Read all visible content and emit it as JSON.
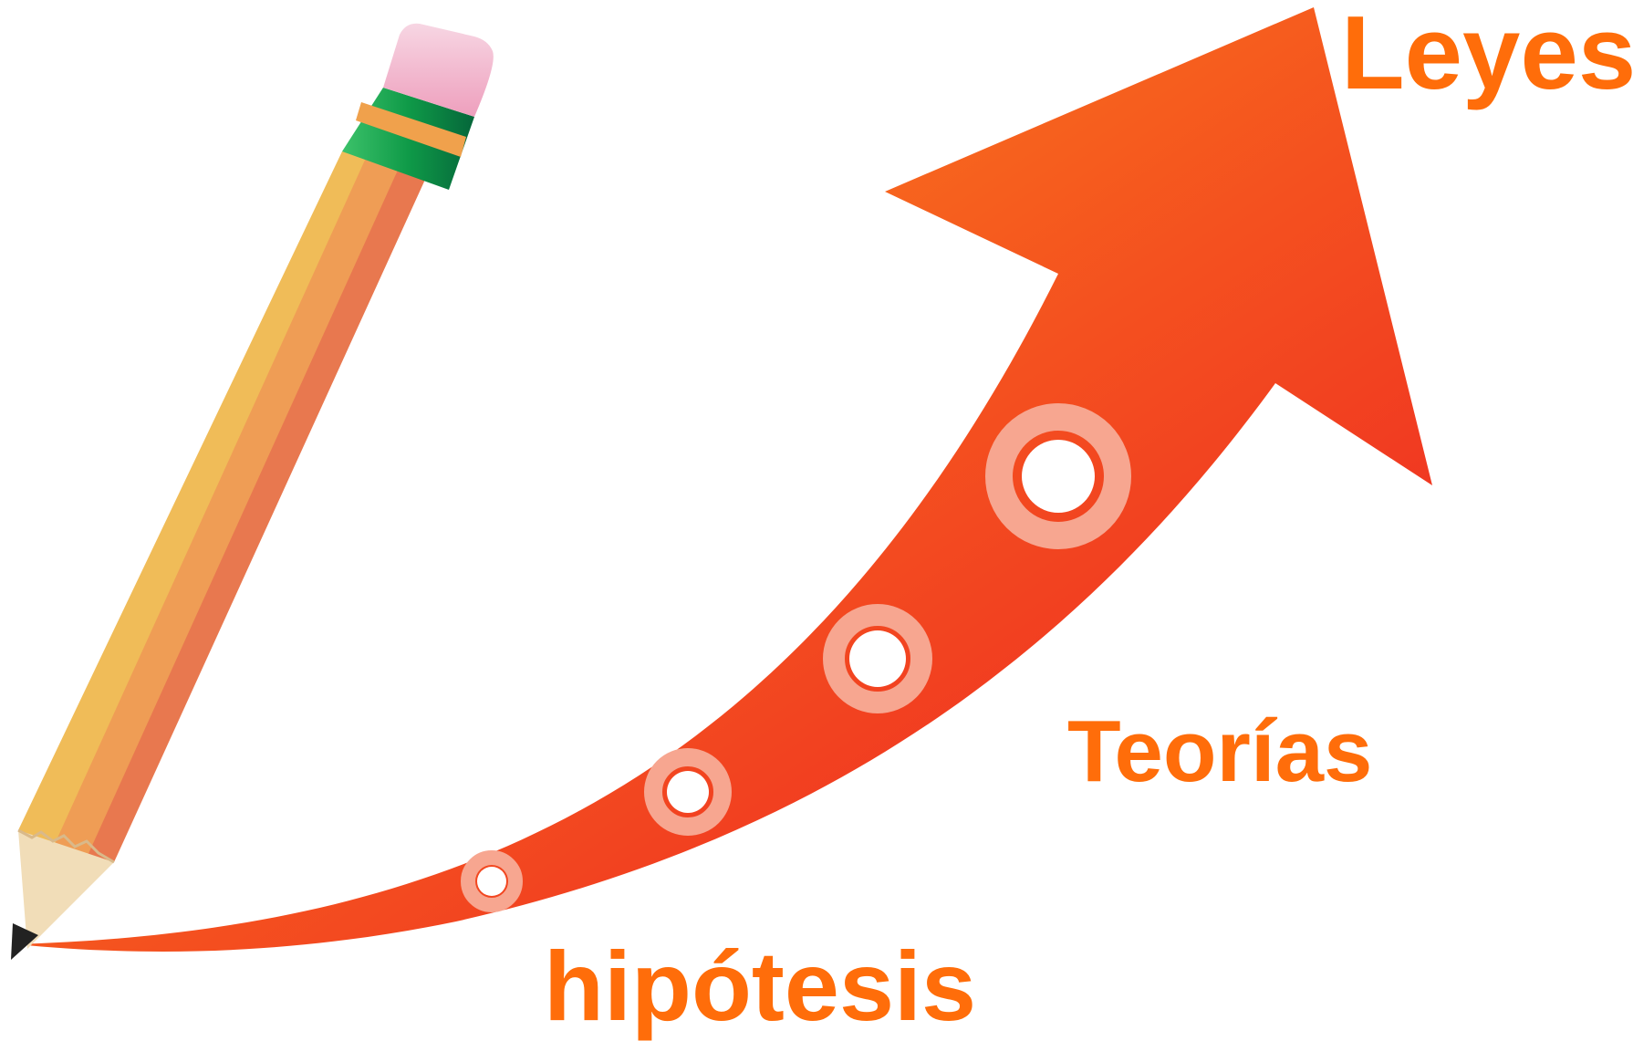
{
  "labels": {
    "top": "Leyes",
    "middle": "Teorías",
    "bottom": "hipótesis"
  },
  "icons": {
    "pencil": "pencil-icon",
    "arrow": "growth-arrow-icon",
    "markers": "ring-marker-icon"
  },
  "colors": {
    "label_text": "#ff6d0a",
    "arrow_start": "#ff9a1a",
    "arrow_end": "#ec1c24",
    "ring": "#f7a690",
    "pencil_body_light": "#f0bc58",
    "pencil_body_mid": "#ef9d55",
    "pencil_body_dark": "#e8784f",
    "ferrule_green": "#0f9a48",
    "eraser_pink": "#f2b8cf",
    "wood": "#f1ddb8",
    "lead": "#222222"
  }
}
